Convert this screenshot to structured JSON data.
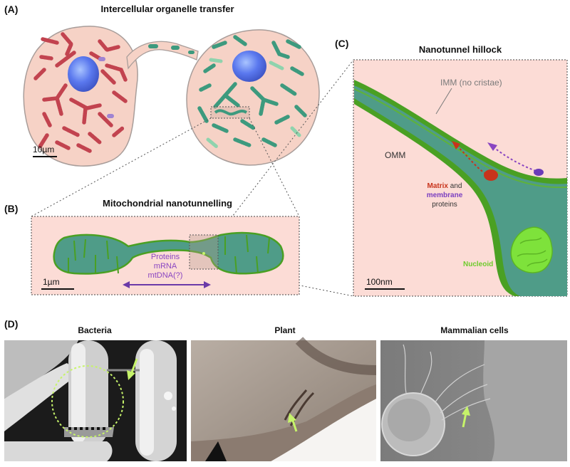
{
  "panels": {
    "a": {
      "letter": "(A)",
      "title": "Intercellular organelle transfer",
      "scale": "10µm"
    },
    "b": {
      "letter": "(B)",
      "title": "Mitochondrial nanotunnelling",
      "scale": "1µm",
      "cargo": [
        "Proteins",
        "mRNA",
        "mtDNA(?)"
      ]
    },
    "c": {
      "letter": "(C)",
      "title": "Nanotunnel hillock",
      "scale": "100nm",
      "imm_label": "IMM (no cristae)",
      "omm_label": "OMM",
      "matrix_word": "Matrix",
      "and_word": " and",
      "membrane_word": "membrane",
      "proteins_word": "proteins",
      "nucleoid_label": "Nucleoid"
    },
    "d": {
      "letter": "(D)",
      "images": [
        {
          "title": "Bacteria"
        },
        {
          "title": "Plant"
        },
        {
          "title": "Mammalian cells"
        }
      ]
    }
  },
  "colors": {
    "cell_fill": "#f6d2c6",
    "cell_stroke": "#a89d9a",
    "nucleus": "#5a78ee",
    "red_mito": "#c2434f",
    "teal_mito": "#3d9a7e",
    "panel_bg": "#fcdcd6",
    "mito_fill": "#4f9c88",
    "mito_stroke": "#4aa023",
    "cargo_purple": "#8a46c2",
    "matrix_red": "#c8331b",
    "nucleoid_green": "#7ee23b",
    "arrow_green": "#c6f36a"
  }
}
